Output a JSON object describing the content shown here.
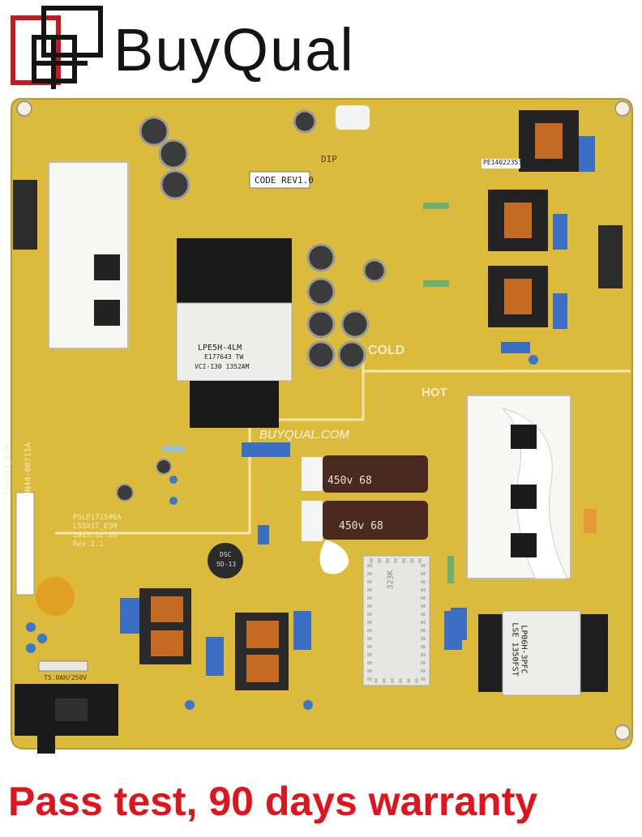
{
  "brand": {
    "name": "BuyQual",
    "accent_color": "#c8181f",
    "text_color": "#141414"
  },
  "board": {
    "base_color": "#d9b738",
    "silkscreen": {
      "code_rev": "CODE REV1.0",
      "transformer_main": [
        "LPE5H-4LM",
        "E177643 TW",
        "VCI-130 1352AM"
      ],
      "cold": "COLD",
      "hot": "HOT",
      "dip": "DIP",
      "watermark": "BUYQUAL.COM",
      "capacitor_label": "450v",
      "capacitor_value": "68",
      "board_id": [
        "PSLF171S06A",
        "L55X1T_ESM",
        "2013.12.18",
        "Rev 1.1"
      ],
      "side_label": [
        "L55X1T_ESM",
        "BN44-00711A"
      ],
      "transformer_right": [
        "LP06H-3PFC",
        "LSE 1350FST"
      ],
      "surge": [
        "DSC",
        "5D-13"
      ],
      "fuse": "T5.0AH/250V",
      "heatsink": "323K",
      "part_sticker": "PE14022351"
    }
  },
  "footer": {
    "slogan": "Pass test, 90 days warranty",
    "color": "#e0141c"
  }
}
